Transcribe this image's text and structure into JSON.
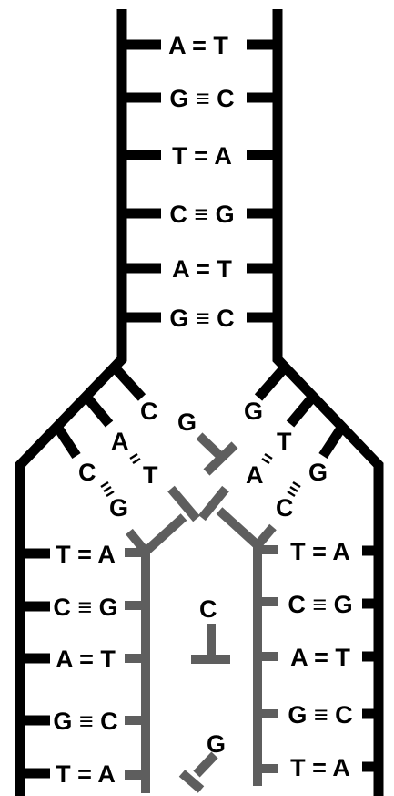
{
  "colors": {
    "parent_strand": "#000000",
    "new_strand": "#5e5e5e",
    "background": "#ffffff"
  },
  "top_pairs": [
    "A = T",
    "G ≡ C",
    "T = A",
    "C ≡ G",
    "A = T",
    "G ≡ C"
  ],
  "fork": {
    "left_unpaired": "C",
    "right_unpaired": "G",
    "left_pair1_a": "A",
    "left_pair1_b": "T",
    "left_pair2_a": "C",
    "left_pair2_b": "G",
    "right_pair1_a": "A",
    "right_pair1_b": "T",
    "right_pair2_a": "C",
    "right_pair2_b": "G",
    "free_nucleotide_center": "G"
  },
  "left_pairs": [
    "T = A",
    "C ≡ G",
    "A = T",
    "G ≡ C",
    "T = A"
  ],
  "right_pairs": [
    "T = A",
    "C ≡ G",
    "A = T",
    "G ≡ C",
    "T = A"
  ],
  "free_nucleotides": {
    "middle": "C",
    "bottom": "G"
  }
}
